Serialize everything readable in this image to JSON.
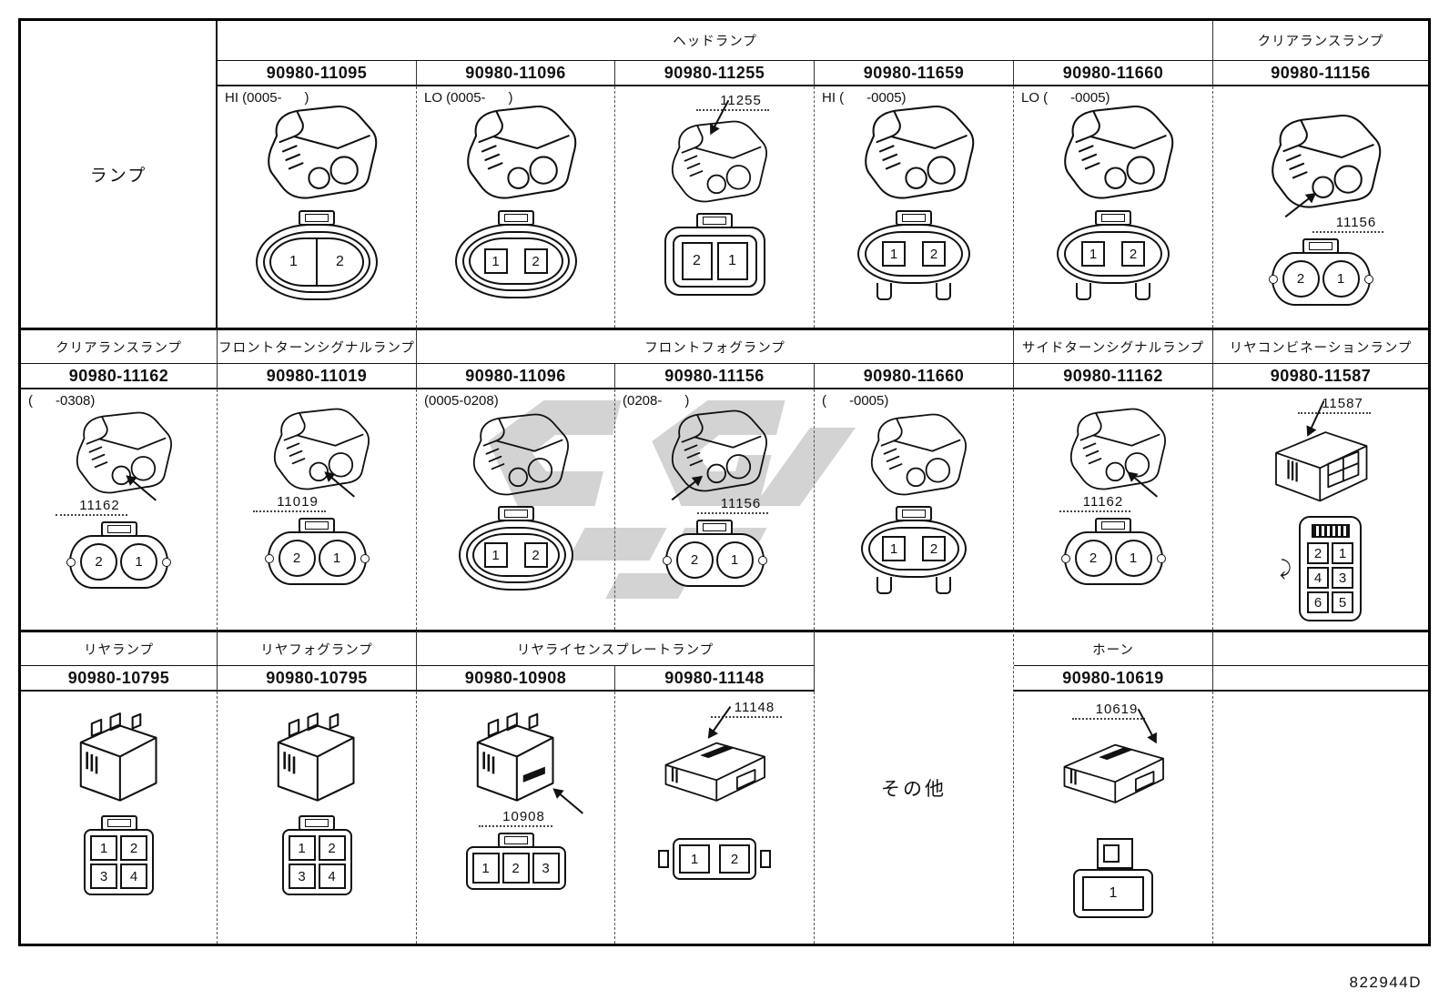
{
  "doc_code": "822944D",
  "row_label": "ランプ",
  "s1": {
    "group_head": "ヘッドランプ",
    "group_clear": "クリアランスランプ",
    "p1": "90980-11095",
    "p2": "90980-11096",
    "p3": "90980-11255",
    "p4": "90980-11659",
    "p5": "90980-11660",
    "p6": "90980-11156",
    "c1": {
      "ann": "HI (0005-      )",
      "pins": [
        "1",
        "2"
      ]
    },
    "c2": {
      "ann": "LO (0005-      )",
      "pins": [
        "1",
        "2"
      ]
    },
    "c3": {
      "callout": "11255",
      "pins": [
        "2",
        "1"
      ]
    },
    "c4": {
      "ann": "HI (      -0005)",
      "pins": [
        "1",
        "2"
      ]
    },
    "c5": {
      "ann": "LO (      -0005)",
      "pins": [
        "1",
        "2"
      ]
    },
    "c6": {
      "callout": "11156",
      "pins": [
        "2",
        "1"
      ]
    }
  },
  "s2": {
    "h0": "クリアランスランプ",
    "h1": "フロントターンシグナルランプ",
    "h2": "フロントフォグランプ",
    "h5": "サイドターンシグナルランプ",
    "h6": "リヤコンビネーションランプ",
    "p0": "90980-11162",
    "p1": "90980-11019",
    "p2": "90980-11096",
    "p3": "90980-11156",
    "p4": "90980-11660",
    "p5": "90980-11162",
    "p6": "90980-11587",
    "c0": {
      "ann": "(      -0308)",
      "callout": "11162",
      "pins": [
        "2",
        "1"
      ]
    },
    "c1": {
      "callout": "11019",
      "pins": [
        "2",
        "1"
      ]
    },
    "c2": {
      "ann": "(0005-0208)",
      "pins": [
        "1",
        "2"
      ]
    },
    "c3": {
      "ann": "(0208-      )",
      "callout": "11156",
      "pins": [
        "2",
        "1"
      ]
    },
    "c4": {
      "ann": "(      -0005)",
      "pins": [
        "1",
        "2"
      ]
    },
    "c5": {
      "callout": "11162",
      "pins": [
        "2",
        "1"
      ]
    },
    "c6": {
      "callout": "11587",
      "pins": [
        "2",
        "1",
        "4",
        "3",
        "6",
        "5"
      ]
    }
  },
  "s3": {
    "h0": "リヤランプ",
    "h1": "リヤフォグランプ",
    "h2": "リヤライセンスプレートランプ",
    "h5": "ホーン",
    "other_label": "その他",
    "p0": "90980-10795",
    "p1": "90980-10795",
    "p2": "90980-10908",
    "p3": "90980-11148",
    "p5": "90980-10619",
    "c0": {
      "pins": [
        "1",
        "2",
        "3",
        "4"
      ]
    },
    "c1": {
      "pins": [
        "1",
        "2",
        "3",
        "4"
      ]
    },
    "c2": {
      "callout": "10908",
      "pins": [
        "1",
        "2",
        "3"
      ]
    },
    "c3": {
      "callout": "11148",
      "pins": [
        "1",
        "2"
      ]
    },
    "c5": {
      "callout": "10619",
      "pins": [
        "1"
      ]
    }
  }
}
